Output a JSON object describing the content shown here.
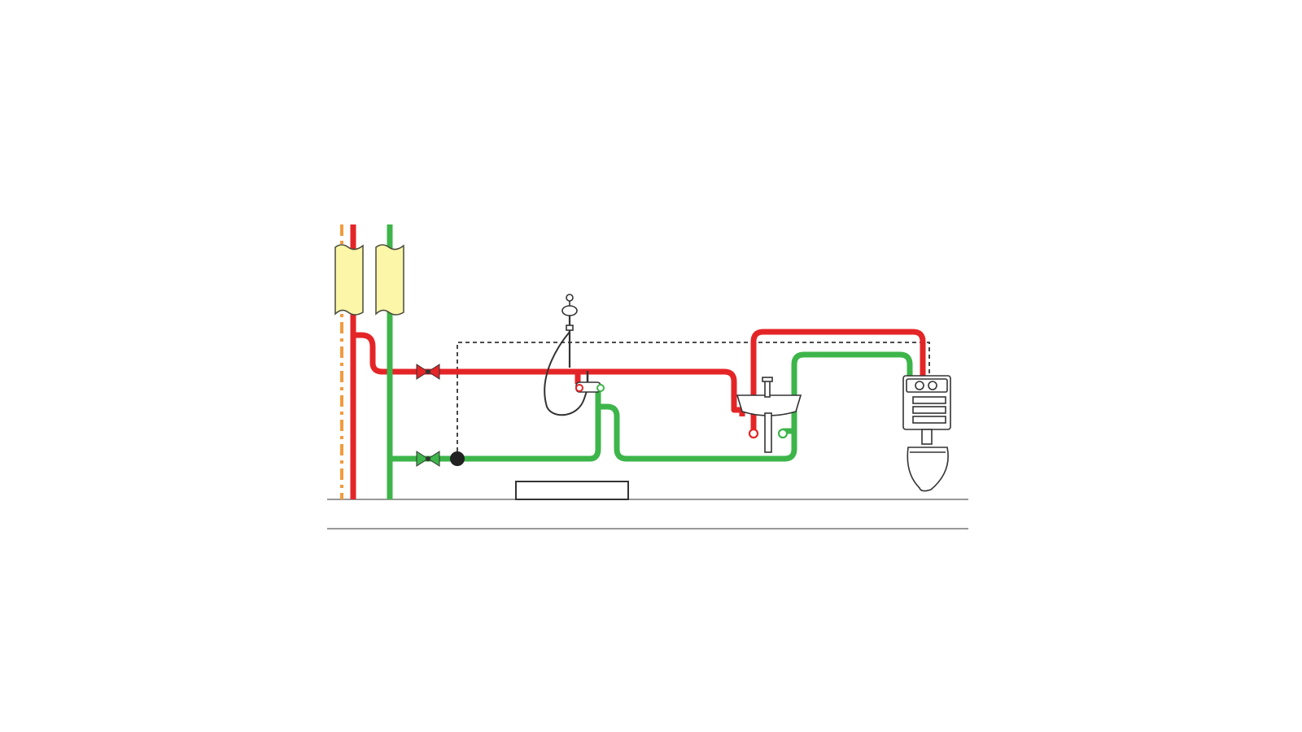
{
  "diagram": {
    "kind": "plumbing-schematic",
    "legend_note": "",
    "pipes": [
      {
        "name": "hot-water",
        "color": "#e42527"
      },
      {
        "name": "cold-water",
        "color": "#3db54a"
      },
      {
        "name": "circulation",
        "color": "#f39a3e"
      },
      {
        "name": "control-line",
        "color": "#222222"
      }
    ],
    "fixtures": [
      "shower-mixer",
      "washbasin",
      "wc-cistern",
      "urinal",
      "shower-tray"
    ],
    "colors": {
      "insulation_fill": "#fbf6a8",
      "insulation_stroke": "#4a4a3a",
      "outline": "#333333",
      "floor_line": "#999999",
      "background": "#ffffff"
    }
  }
}
